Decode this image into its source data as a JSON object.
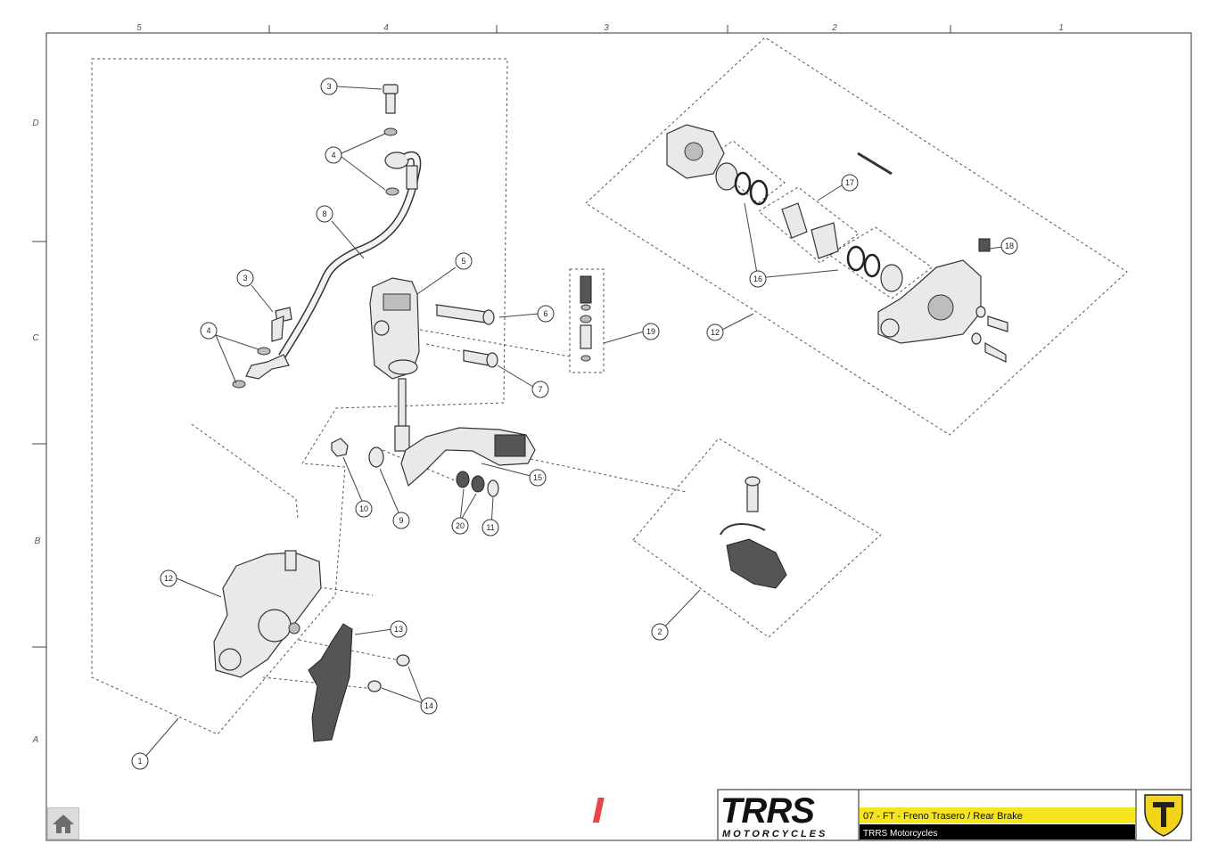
{
  "grid": {
    "columns": [
      "5",
      "4",
      "3",
      "2",
      "1"
    ],
    "rows": [
      "D",
      "C",
      "B",
      "A"
    ]
  },
  "callouts": [
    "1",
    "2",
    "3",
    "3",
    "4",
    "4",
    "5",
    "6",
    "7",
    "8",
    "9",
    "10",
    "11",
    "12",
    "12",
    "13",
    "14",
    "15",
    "16",
    "17",
    "18",
    "19",
    "20"
  ],
  "title_block": {
    "brand": "TRRS",
    "brand_sub": "MOTORCYCLES",
    "title": "07 - FT - Freno Trasero / Rear Brake",
    "subtitle": "TRRS Motorcycles"
  },
  "colors": {
    "title_bar": "#f5e51f",
    "subtitle_bar": "#000000",
    "brand_red": "#e0242b",
    "emblem": "#f2d41a"
  },
  "icons": {
    "home": "home-icon",
    "emblem": "trrs-shield-icon"
  }
}
